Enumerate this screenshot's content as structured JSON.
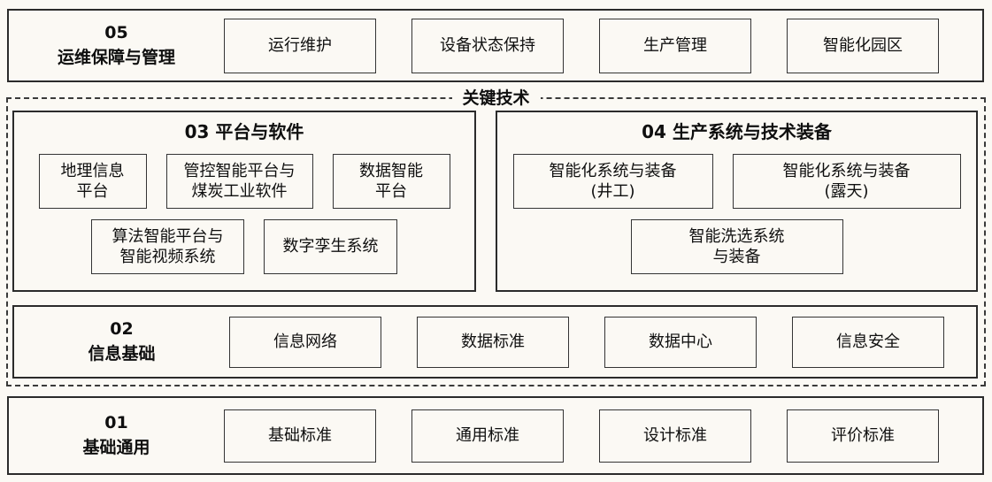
{
  "colors": {
    "background": "#fbf9f4",
    "border": "#2b2b2b",
    "text": "#0f0f0f"
  },
  "layers": {
    "ops": {
      "label": "05\n运维保障与管理",
      "items": [
        "运行维护",
        "设备状态保持",
        "生产管理",
        "智能化园区"
      ]
    },
    "key_tech": {
      "label": "关键技术",
      "platform_software": {
        "title": "03 平台与软件",
        "row1": [
          "地理信息\n平台",
          "管控智能平台与\n煤炭工业软件",
          "数据智能\n平台"
        ],
        "row2": [
          "算法智能平台与\n智能视频系统",
          "数字孪生系统"
        ]
      },
      "production_systems": {
        "title": "04 生产系统与技术装备",
        "row1": [
          "智能化系统与装备\n(井工)",
          "智能化系统与装备\n(露天)"
        ],
        "row2": [
          "智能洗选系统\n与装备"
        ]
      },
      "info_foundation": {
        "label": "02\n信息基础",
        "items": [
          "信息网络",
          "数据标准",
          "数据中心",
          "信息安全"
        ]
      }
    },
    "basic_common": {
      "label": "01\n基础通用",
      "items": [
        "基础标准",
        "通用标准",
        "设计标准",
        "评价标准"
      ]
    }
  }
}
